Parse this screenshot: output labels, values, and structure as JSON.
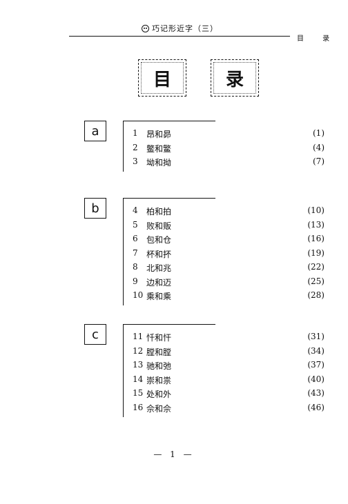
{
  "header": {
    "title": "巧记形近字（三）",
    "section": "目 录"
  },
  "toc_title": [
    "目",
    "录"
  ],
  "sections": [
    {
      "letter": "a",
      "entries": [
        {
          "num": "1",
          "text": "昂和昴",
          "page": "(1)"
        },
        {
          "num": "2",
          "text": "鳖和鳘",
          "page": "(4)"
        },
        {
          "num": "3",
          "text": "坳和拗",
          "page": "(7)"
        }
      ]
    },
    {
      "letter": "b",
      "entries": [
        {
          "num": "4",
          "text": "柏和拍",
          "page": "(10)"
        },
        {
          "num": "5",
          "text": "败和贩",
          "page": "(13)"
        },
        {
          "num": "6",
          "text": "包和仓",
          "page": "(16)"
        },
        {
          "num": "7",
          "text": "杯和抔",
          "page": "(19)"
        },
        {
          "num": "8",
          "text": "北和兆",
          "page": "(22)"
        },
        {
          "num": "9",
          "text": "边和迈",
          "page": "(25)"
        },
        {
          "num": "10",
          "text": "乘和乘",
          "page": "(28)"
        }
      ]
    },
    {
      "letter": "c",
      "entries": [
        {
          "num": "11",
          "text": "忏和忓",
          "page": "(31)"
        },
        {
          "num": "12",
          "text": "膛和膛",
          "page": "(34)"
        },
        {
          "num": "13",
          "text": "驰和弛",
          "page": "(37)"
        },
        {
          "num": "14",
          "text": "崇和祟",
          "page": "(40)"
        },
        {
          "num": "15",
          "text": "处和外",
          "page": "(43)"
        },
        {
          "num": "16",
          "text": "佘和佘",
          "page": "(46)"
        }
      ]
    }
  ],
  "footer": {
    "page_number": "— 1 —"
  }
}
